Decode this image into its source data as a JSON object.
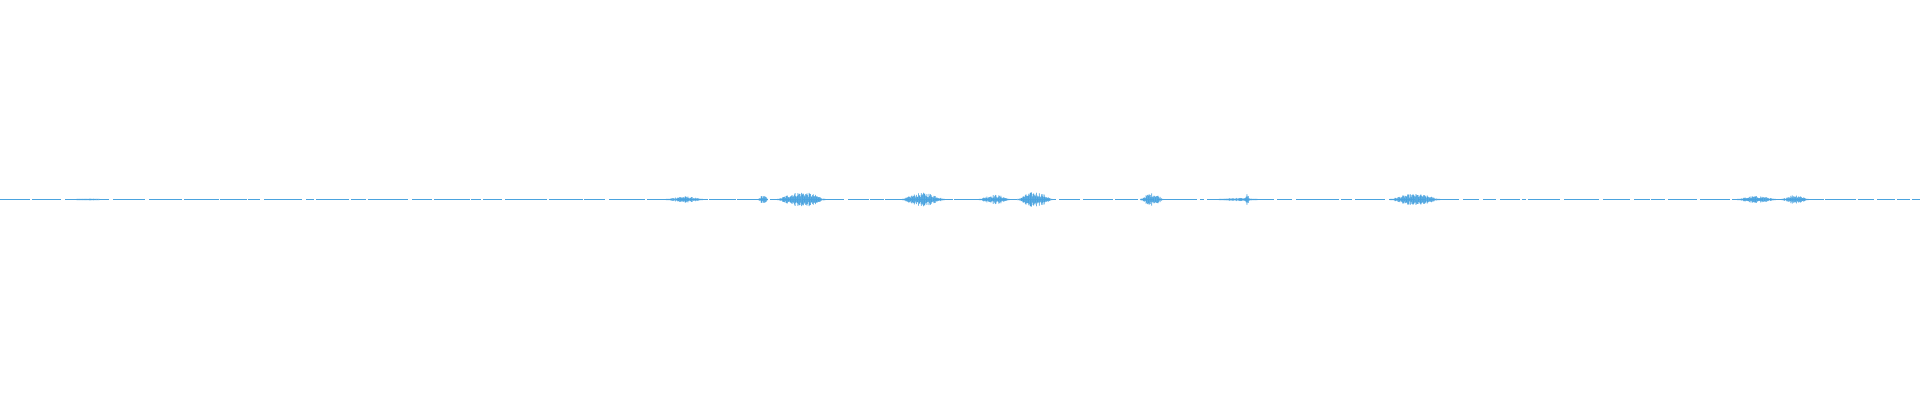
{
  "waveform": {
    "color": "#4aa3df",
    "baseline_style": "dashed",
    "bursts": [
      {
        "start": 0.04,
        "end": 0.052,
        "amplitude": 0.12
      },
      {
        "start": 0.347,
        "end": 0.366,
        "amplitude": 0.4
      },
      {
        "start": 0.395,
        "end": 0.4,
        "amplitude": 0.55
      },
      {
        "start": 0.405,
        "end": 0.43,
        "amplitude": 0.95
      },
      {
        "start": 0.47,
        "end": 0.492,
        "amplitude": 0.85
      },
      {
        "start": 0.51,
        "end": 0.526,
        "amplitude": 0.6
      },
      {
        "start": 0.53,
        "end": 0.548,
        "amplitude": 0.95
      },
      {
        "start": 0.594,
        "end": 0.606,
        "amplitude": 0.8
      },
      {
        "start": 0.635,
        "end": 0.655,
        "amplitude": 0.22
      },
      {
        "start": 0.648,
        "end": 0.651,
        "amplitude": 0.7
      },
      {
        "start": 0.724,
        "end": 0.75,
        "amplitude": 0.7
      },
      {
        "start": 0.905,
        "end": 0.925,
        "amplitude": 0.45
      },
      {
        "start": 0.928,
        "end": 0.942,
        "amplitude": 0.6
      }
    ]
  }
}
